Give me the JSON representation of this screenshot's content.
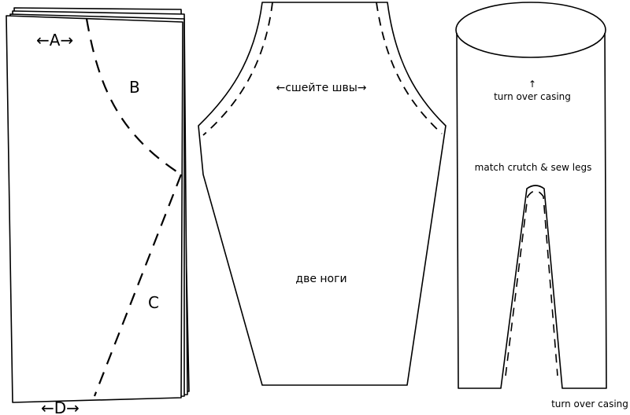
{
  "figure1": {
    "label_a": "←A→",
    "label_b": "B",
    "label_c": "C",
    "label_d": "←D→"
  },
  "figure2": {
    "sew_label": "←сшейте швы→",
    "legs_label": "две ноги"
  },
  "figure3": {
    "arrow_up": "↑",
    "casing_top_label": "turn over casing",
    "crutch_label": "match crutch & sew legs",
    "casing_bottom_label": "turn over casing"
  }
}
